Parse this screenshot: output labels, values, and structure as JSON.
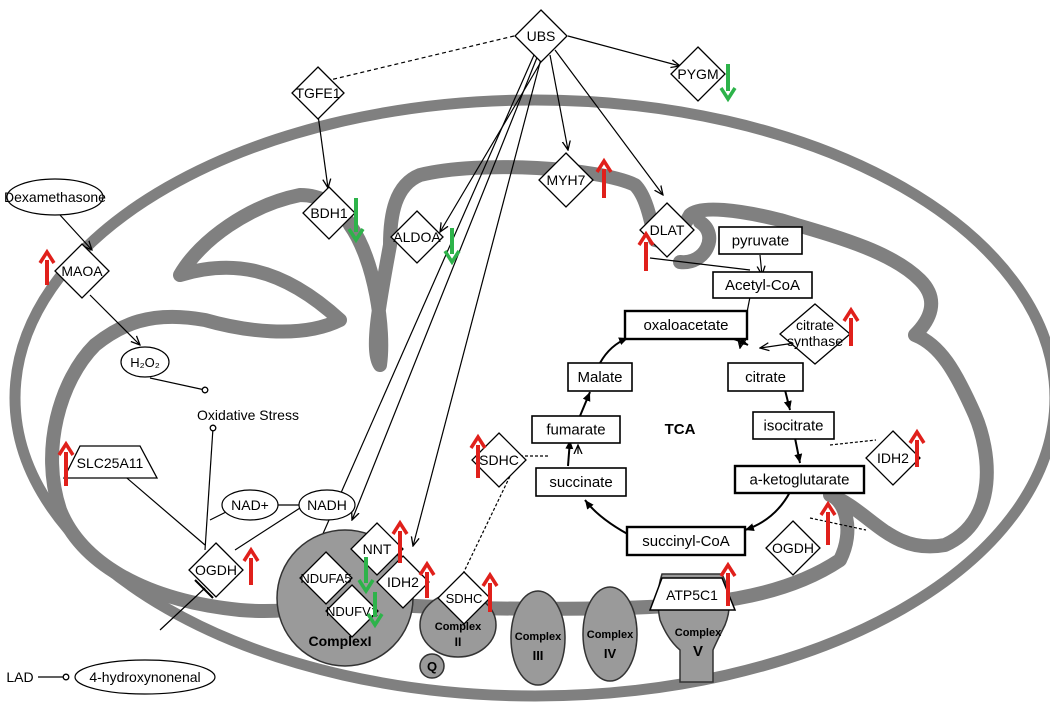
{
  "colors": {
    "membrane": "#808080",
    "complex_fill": "#9a9a9a",
    "up_arrow": "#e0201b",
    "down_arrow": "#2db34a",
    "line": "#000000"
  },
  "genes": {
    "ubs": "UBS",
    "tgfe1": "TGFE1",
    "pygm": "PYGM",
    "bdh1": "BDH1",
    "aldoa": "ALDOA",
    "myh7": "MYH7",
    "dlat": "DLAT",
    "maoa": "MAOA",
    "slc25a11": "SLC25A11",
    "ogdh_left": "OGDH",
    "nnt": "NNT",
    "ndufa5": "NDUFA5",
    "ndufv1": "NDUFV1",
    "idh2_low": "IDH2",
    "sdhc_low": "SDHC",
    "sdhc_tca": "SDHC",
    "idh2_tca": "IDH2",
    "ogdh_tca": "OGDH",
    "citrate_synthase_line1": "citrate",
    "citrate_synthase_line2": "synthase",
    "atp5c1": "ATP5C1"
  },
  "molecules": {
    "dexamethasone": "Dexamethasone",
    "h2o2": "H₂O₂",
    "oxidative_stress": "Oxidative Stress",
    "nad_plus": "NAD+",
    "nadh": "NADH",
    "lad": "LAD",
    "hydroxynonenal": "4-hydroxynonenal"
  },
  "tca": {
    "pyruvate": "pyruvate",
    "acetyl_coa": "Acetyl-CoA",
    "oxaloacetate": "oxaloacetate",
    "citrate": "citrate",
    "isocitrate": "isocitrate",
    "a_ketoglutarate": "a-ketoglutarate",
    "succinyl_coa": "succinyl-CoA",
    "succinate": "succinate",
    "fumarate": "fumarate",
    "malate": "Malate",
    "center_label": "TCA"
  },
  "complexes": {
    "complex_one": "ComplexI",
    "complex_two_line1": "Complex",
    "complex_two_line2": "II",
    "q": "Q",
    "complex_three_line1": "Complex",
    "complex_three_line2": "III",
    "complex_four_line1": "Complex",
    "complex_four_line2": "IV",
    "complex_five_line1": "Complex",
    "complex_five_line2": "V"
  },
  "regulation": {
    "pygm": "down",
    "bdh1": "down",
    "aldoa": "down",
    "myh7": "up",
    "dlat": "up",
    "maoa": "up",
    "citrate_synthase": "up",
    "slc25a11": "up",
    "sdhc_tca": "up",
    "idh2_tca": "up",
    "ogdh_tca": "up",
    "ogdh_left": "up",
    "nnt": "up",
    "ndufa5": "down",
    "ndufv1": "down",
    "idh2_low": "up",
    "sdhc_low": "up",
    "atp5c1": "up"
  }
}
